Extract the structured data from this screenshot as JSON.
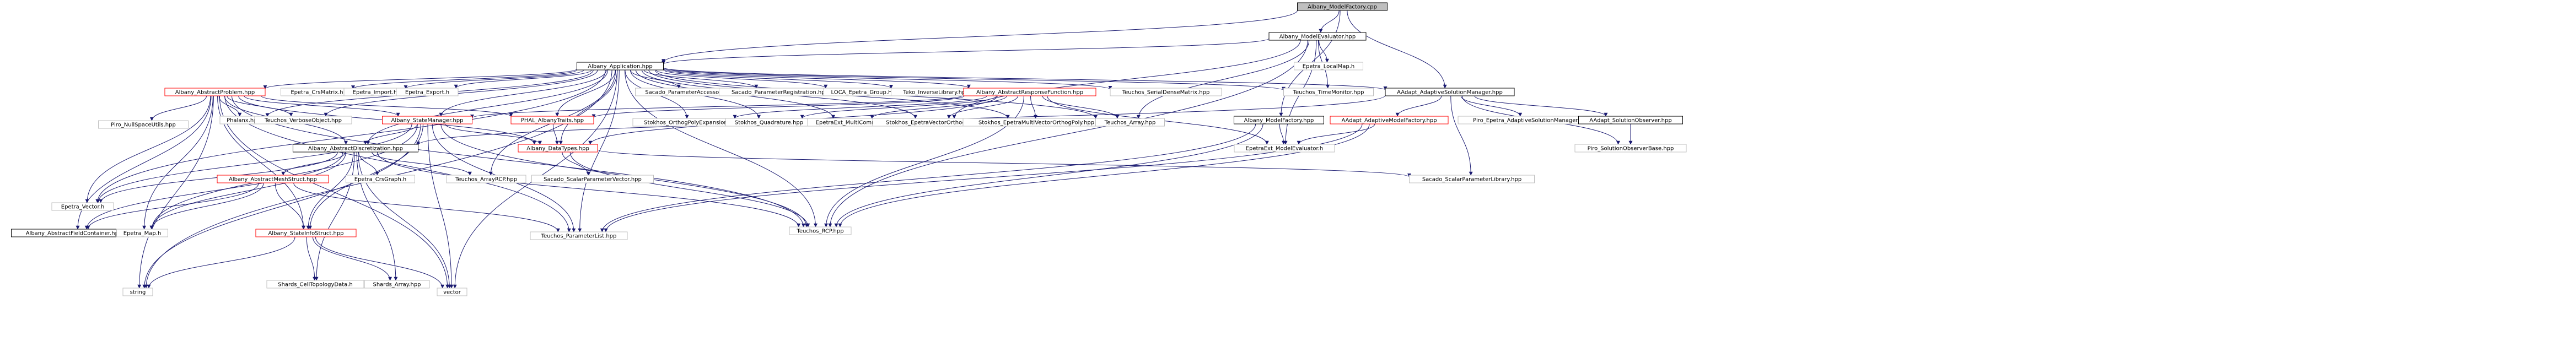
{
  "title": "Albany_ModelFactory.cpp",
  "colors": {
    "root_fill": "#bfbfbf",
    "node_fill": "#ffffff",
    "node_border_documented": "#000000",
    "node_border_system": "#bfbfbf",
    "node_border_incomplete": "#ff0000",
    "edge": "#191970"
  },
  "nodes": [
    {
      "id": "modelfactory_cpp",
      "label": "Albany_ModelFactory.cpp",
      "kind": "root"
    },
    {
      "id": "model_evaluator_hpp",
      "label": "Albany_ModelEvaluator.hpp",
      "kind": "documented"
    },
    {
      "id": "application_hpp",
      "label": "Albany_Application.hpp",
      "kind": "documented"
    },
    {
      "id": "epetra_localmap_h",
      "label": "Epetra_LocalMap.h",
      "kind": "system"
    },
    {
      "id": "teuchos_timemonitor_hpp",
      "label": "Teuchos_TimeMonitor.hpp",
      "kind": "system"
    },
    {
      "id": "adaptive_solution_manager_hpp",
      "label": "AAdapt_AdaptiveSolutionManager.hpp",
      "kind": "documented"
    },
    {
      "id": "abstract_problem_hpp",
      "label": "Albany_AbstractProblem.hpp",
      "kind": "incomplete"
    },
    {
      "id": "epetra_crsmatrix_h",
      "label": "Epetra_CrsMatrix.h",
      "kind": "system"
    },
    {
      "id": "epetra_import_h",
      "label": "Epetra_Import.h",
      "kind": "system"
    },
    {
      "id": "epetra_export_h",
      "label": "Epetra_Export.h",
      "kind": "system"
    },
    {
      "id": "sacado_parameteraccessor_hpp",
      "label": "Sacado_ParameterAccessor.hpp",
      "kind": "system"
    },
    {
      "id": "sacado_parameterregistration_hpp",
      "label": "Sacado_ParameterRegistration.hpp",
      "kind": "system"
    },
    {
      "id": "loca_epetra_group_h",
      "label": "LOCA_Epetra_Group.H",
      "kind": "system"
    },
    {
      "id": "teko_inverselibrary_hpp",
      "label": "Teko_InverseLibrary.hpp",
      "kind": "system"
    },
    {
      "id": "abstract_response_function_hpp",
      "label": "Albany_AbstractResponseFunction.hpp",
      "kind": "incomplete"
    },
    {
      "id": "teuchos_serialdensematrix_hpp",
      "label": "Teuchos_SerialDenseMatrix.hpp",
      "kind": "system"
    },
    {
      "id": "piro_nullspaceutils_hpp",
      "label": "Piro_NullSpaceUtils.hpp",
      "kind": "system"
    },
    {
      "id": "phalanx_hpp",
      "label": "Phalanx.hpp",
      "kind": "system"
    },
    {
      "id": "teuchos_verboseobject_hpp",
      "label": "Teuchos_VerboseObject.hpp",
      "kind": "system"
    },
    {
      "id": "state_manager_hpp",
      "label": "Albany_StateManager.hpp",
      "kind": "incomplete"
    },
    {
      "id": "phal_albanytraits_hpp",
      "label": "PHAL_AlbanyTraits.hpp",
      "kind": "incomplete"
    },
    {
      "id": "stokhos_orthogpolyexpansion_hpp",
      "label": "Stokhos_OrthogPolyExpansion.hpp",
      "kind": "system"
    },
    {
      "id": "stokhos_quadrature_hpp",
      "label": "Stokhos_Quadrature.hpp",
      "kind": "system"
    },
    {
      "id": "epetraext_multicomm_h",
      "label": "EpetraExt_MultiComm.h",
      "kind": "system"
    },
    {
      "id": "stokhos_epetravectororthogpoly_hpp",
      "label": "Stokhos_EpetraVectorOrthogPoly.hpp",
      "kind": "system"
    },
    {
      "id": "stokhos_epetramultivectororthogpoly_hpp",
      "label": "Stokhos_EpetraMultiVectorOrthogPoly.hpp",
      "kind": "system"
    },
    {
      "id": "teuchos_array_hpp",
      "label": "Teuchos_Array.hpp",
      "kind": "system"
    },
    {
      "id": "model_factory_hpp",
      "label": "Albany_ModelFactory.hpp",
      "kind": "documented"
    },
    {
      "id": "adaptive_model_factory_hpp",
      "label": "AAdapt_AdaptiveModelFactory.hpp",
      "kind": "incomplete"
    },
    {
      "id": "piro_epetra_adaptivesolutionmanager_hpp",
      "label": "Piro_Epetra_AdaptiveSolutionManager.hpp",
      "kind": "system"
    },
    {
      "id": "solution_observer_hpp",
      "label": "AAdapt_SolutionObserver.hpp",
      "kind": "documented"
    },
    {
      "id": "piro_solutionobserverbase_hpp",
      "label": "Piro_SolutionObserverBase.hpp",
      "kind": "system"
    },
    {
      "id": "abstract_discretization_hpp",
      "label": "Albany_AbstractDiscretization.hpp",
      "kind": "documented"
    },
    {
      "id": "data_types_hpp",
      "label": "Albany_DataTypes.hpp",
      "kind": "incomplete"
    },
    {
      "id": "epetraext_modelevaluator_h",
      "label": "EpetraExt_ModelEvaluator.h",
      "kind": "system"
    },
    {
      "id": "epetra_vector_h",
      "label": "Epetra_Vector.h",
      "kind": "system"
    },
    {
      "id": "abstract_mesh_struct_hpp",
      "label": "Albany_AbstractMeshStruct.hpp",
      "kind": "incomplete"
    },
    {
      "id": "epetra_crsgraph_h",
      "label": "Epetra_CrsGraph.h",
      "kind": "system"
    },
    {
      "id": "teuchos_arrayrcp_hpp",
      "label": "Teuchos_ArrayRCP.hpp",
      "kind": "system"
    },
    {
      "id": "sacado_scalarparametervector_hpp",
      "label": "Sacado_ScalarParameterVector.hpp",
      "kind": "system"
    },
    {
      "id": "teuchos_rcp_hpp",
      "label": "Teuchos_RCP.hpp",
      "kind": "system"
    },
    {
      "id": "sacado_scalarparameterlibrary_hpp",
      "label": "Sacado_ScalarParameterLibrary.hpp",
      "kind": "system"
    },
    {
      "id": "abstract_field_container_hpp",
      "label": "Albany_AbstractFieldContainer.hpp",
      "kind": "documented"
    },
    {
      "id": "epetra_map_h",
      "label": "Epetra_Map.h",
      "kind": "system"
    },
    {
      "id": "state_info_struct_hpp",
      "label": "Albany_StateInfoStruct.hpp",
      "kind": "incomplete"
    },
    {
      "id": "teuchos_parameterlist_hpp",
      "label": "Teuchos_ParameterList.hpp",
      "kind": "system"
    },
    {
      "id": "string",
      "label": "string",
      "kind": "system"
    },
    {
      "id": "shards_celltopologydata_h",
      "label": "Shards_CellTopologyData.h",
      "kind": "system"
    },
    {
      "id": "shards_array_hpp",
      "label": "Shards_Array.hpp",
      "kind": "system"
    },
    {
      "id": "vector",
      "label": "vector",
      "kind": "system"
    }
  ],
  "edges": [
    [
      "modelfactory_cpp",
      "model_evaluator_hpp"
    ],
    [
      "modelfactory_cpp",
      "application_hpp"
    ],
    [
      "modelfactory_cpp",
      "adaptive_solution_manager_hpp"
    ],
    [
      "modelfactory_cpp",
      "model_factory_hpp"
    ],
    [
      "model_evaluator_hpp",
      "application_hpp"
    ],
    [
      "model_evaluator_hpp",
      "epetra_localmap_h"
    ],
    [
      "model_evaluator_hpp",
      "teuchos_timemonitor_hpp"
    ],
    [
      "model_evaluator_hpp",
      "teuchos_rcp_hpp"
    ],
    [
      "model_evaluator_hpp",
      "epetraext_modelevaluator_h"
    ],
    [
      "model_evaluator_hpp",
      "teuchos_array_hpp"
    ],
    [
      "model_evaluator_hpp",
      "stokhos_epetravectororthogpoly_hpp"
    ],
    [
      "application_hpp",
      "abstract_problem_hpp"
    ],
    [
      "application_hpp",
      "epetra_crsmatrix_h"
    ],
    [
      "application_hpp",
      "epetra_import_h"
    ],
    [
      "application_hpp",
      "epetra_export_h"
    ],
    [
      "application_hpp",
      "sacado_parameteraccessor_hpp"
    ],
    [
      "application_hpp",
      "sacado_parameterregistration_hpp"
    ],
    [
      "application_hpp",
      "loca_epetra_group_h"
    ],
    [
      "application_hpp",
      "teko_inverselibrary_hpp"
    ],
    [
      "application_hpp",
      "abstract_response_function_hpp"
    ],
    [
      "application_hpp",
      "teuchos_serialdensematrix_hpp"
    ],
    [
      "application_hpp",
      "teuchos_timemonitor_hpp"
    ],
    [
      "application_hpp",
      "adaptive_solution_manager_hpp"
    ],
    [
      "application_hpp",
      "phalanx_hpp"
    ],
    [
      "application_hpp",
      "teuchos_verboseobject_hpp"
    ],
    [
      "application_hpp",
      "state_manager_hpp"
    ],
    [
      "application_hpp",
      "phal_albanytraits_hpp"
    ],
    [
      "application_hpp",
      "stokhos_orthogpolyexpansion_hpp"
    ],
    [
      "application_hpp",
      "stokhos_quadrature_hpp"
    ],
    [
      "application_hpp",
      "epetraext_multicomm_h"
    ],
    [
      "application_hpp",
      "stokhos_epetravectororthogpoly_hpp"
    ],
    [
      "application_hpp",
      "stokhos_epetramultivectororthogpoly_hpp"
    ],
    [
      "application_hpp",
      "teuchos_array_hpp"
    ],
    [
      "application_hpp",
      "abstract_discretization_hpp"
    ],
    [
      "application_hpp",
      "data_types_hpp"
    ],
    [
      "application_hpp",
      "epetra_vector_h"
    ],
    [
      "application_hpp",
      "teuchos_rcp_hpp"
    ],
    [
      "application_hpp",
      "teuchos_parameterlist_hpp"
    ],
    [
      "application_hpp",
      "teuchos_arrayrcp_hpp"
    ],
    [
      "application_hpp",
      "string"
    ],
    [
      "application_hpp",
      "vector"
    ],
    [
      "adaptive_solution_manager_hpp",
      "adaptive_model_factory_hpp"
    ],
    [
      "adaptive_solution_manager_hpp",
      "piro_epetra_adaptivesolutionmanager_hpp"
    ],
    [
      "adaptive_solution_manager_hpp",
      "solution_observer_hpp"
    ],
    [
      "adaptive_solution_manager_hpp",
      "piro_solutionobserverbase_hpp"
    ],
    [
      "adaptive_solution_manager_hpp",
      "sacado_scalarparameterlibrary_hpp"
    ],
    [
      "adaptive_solution_manager_hpp",
      "abstract_discretization_hpp"
    ],
    [
      "solution_observer_hpp",
      "piro_solutionobserverbase_hpp"
    ],
    [
      "model_factory_hpp",
      "epetraext_modelevaluator_h"
    ],
    [
      "model_factory_hpp",
      "teuchos_rcp_hpp"
    ],
    [
      "model_factory_hpp",
      "teuchos_parameterlist_hpp"
    ],
    [
      "adaptive_model_factory_hpp",
      "epetraext_modelevaluator_h"
    ],
    [
      "adaptive_model_factory_hpp",
      "teuchos_rcp_hpp"
    ],
    [
      "adaptive_model_factory_hpp",
      "teuchos_parameterlist_hpp"
    ],
    [
      "abstract_problem_hpp",
      "piro_nullspaceutils_hpp"
    ],
    [
      "abstract_problem_hpp",
      "phalanx_hpp"
    ],
    [
      "abstract_problem_hpp",
      "teuchos_verboseobject_hpp"
    ],
    [
      "abstract_problem_hpp",
      "state_manager_hpp"
    ],
    [
      "abstract_problem_hpp",
      "phal_albanytraits_hpp"
    ],
    [
      "abstract_problem_hpp",
      "abstract_discretization_hpp"
    ],
    [
      "abstract_problem_hpp",
      "data_types_hpp"
    ],
    [
      "abstract_problem_hpp",
      "epetra_vector_h"
    ],
    [
      "abstract_problem_hpp",
      "abstract_field_container_hpp"
    ],
    [
      "abstract_problem_hpp",
      "epetra_map_h"
    ],
    [
      "abstract_problem_hpp",
      "state_info_struct_hpp"
    ],
    [
      "abstract_problem_hpp",
      "teuchos_rcp_hpp"
    ],
    [
      "abstract_problem_hpp",
      "teuchos_parameterlist_hpp"
    ],
    [
      "abstract_problem_hpp",
      "string"
    ],
    [
      "abstract_problem_hpp",
      "vector"
    ],
    [
      "abstract_response_function_hpp",
      "phal_albanytraits_hpp"
    ],
    [
      "abstract_response_function_hpp",
      "stokhos_orthogpolyexpansion_hpp"
    ],
    [
      "abstract_response_function_hpp",
      "stokhos_quadrature_hpp"
    ],
    [
      "abstract_response_function_hpp",
      "epetraext_multicomm_h"
    ],
    [
      "abstract_response_function_hpp",
      "stokhos_epetravectororthogpoly_hpp"
    ],
    [
      "abstract_response_function_hpp",
      "stokhos_epetramultivectororthogpoly_hpp"
    ],
    [
      "abstract_response_function_hpp",
      "teuchos_array_hpp"
    ],
    [
      "abstract_response_function_hpp",
      "epetraext_modelevaluator_h"
    ],
    [
      "abstract_response_function_hpp",
      "teuchos_rcp_hpp"
    ],
    [
      "abstract_response_function_hpp",
      "data_types_hpp"
    ],
    [
      "abstract_response_function_hpp",
      "state_manager_hpp"
    ],
    [
      "state_manager_hpp",
      "abstract_discretization_hpp"
    ],
    [
      "state_manager_hpp",
      "data_types_hpp"
    ],
    [
      "state_manager_hpp",
      "epetra_vector_h"
    ],
    [
      "state_manager_hpp",
      "state_info_struct_hpp"
    ],
    [
      "state_manager_hpp",
      "teuchos_rcp_hpp"
    ],
    [
      "state_manager_hpp",
      "teuchos_parameterlist_hpp"
    ],
    [
      "state_manager_hpp",
      "string"
    ],
    [
      "state_manager_hpp",
      "vector"
    ],
    [
      "state_manager_hpp",
      "epetra_map_h"
    ],
    [
      "phal_albanytraits_hpp",
      "data_types_hpp"
    ],
    [
      "data_types_hpp",
      "sacado_scalarparametervector_hpp"
    ],
    [
      "data_types_hpp",
      "sacado_scalarparameterlibrary_hpp"
    ],
    [
      "data_types_hpp",
      "teuchos_rcp_hpp"
    ],
    [
      "abstract_discretization_hpp",
      "epetra_vector_h"
    ],
    [
      "abstract_discretization_hpp",
      "abstract_mesh_struct_hpp"
    ],
    [
      "abstract_discretization_hpp",
      "epetra_crsgraph_h"
    ],
    [
      "abstract_discretization_hpp",
      "teuchos_arrayrcp_hpp"
    ],
    [
      "abstract_discretization_hpp",
      "teuchos_rcp_hpp"
    ],
    [
      "abstract_discretization_hpp",
      "abstract_field_container_hpp"
    ],
    [
      "abstract_discretization_hpp",
      "epetra_map_h"
    ],
    [
      "abstract_discretization_hpp",
      "state_info_struct_hpp"
    ],
    [
      "abstract_discretization_hpp",
      "shards_celltopologydata_h"
    ],
    [
      "abstract_discretization_hpp",
      "shards_array_hpp"
    ],
    [
      "abstract_discretization_hpp",
      "vector"
    ],
    [
      "abstract_mesh_struct_hpp",
      "epetra_map_h"
    ],
    [
      "abstract_mesh_struct_hpp",
      "state_info_struct_hpp"
    ],
    [
      "abstract_mesh_struct_hpp",
      "teuchos_parameterlist_hpp"
    ],
    [
      "abstract_mesh_struct_hpp",
      "abstract_field_container_hpp"
    ],
    [
      "state_info_struct_hpp",
      "shards_celltopologydata_h"
    ],
    [
      "state_info_struct_hpp",
      "shards_array_hpp"
    ],
    [
      "state_info_struct_hpp",
      "string"
    ],
    [
      "state_info_struct_hpp",
      "vector"
    ]
  ]
}
